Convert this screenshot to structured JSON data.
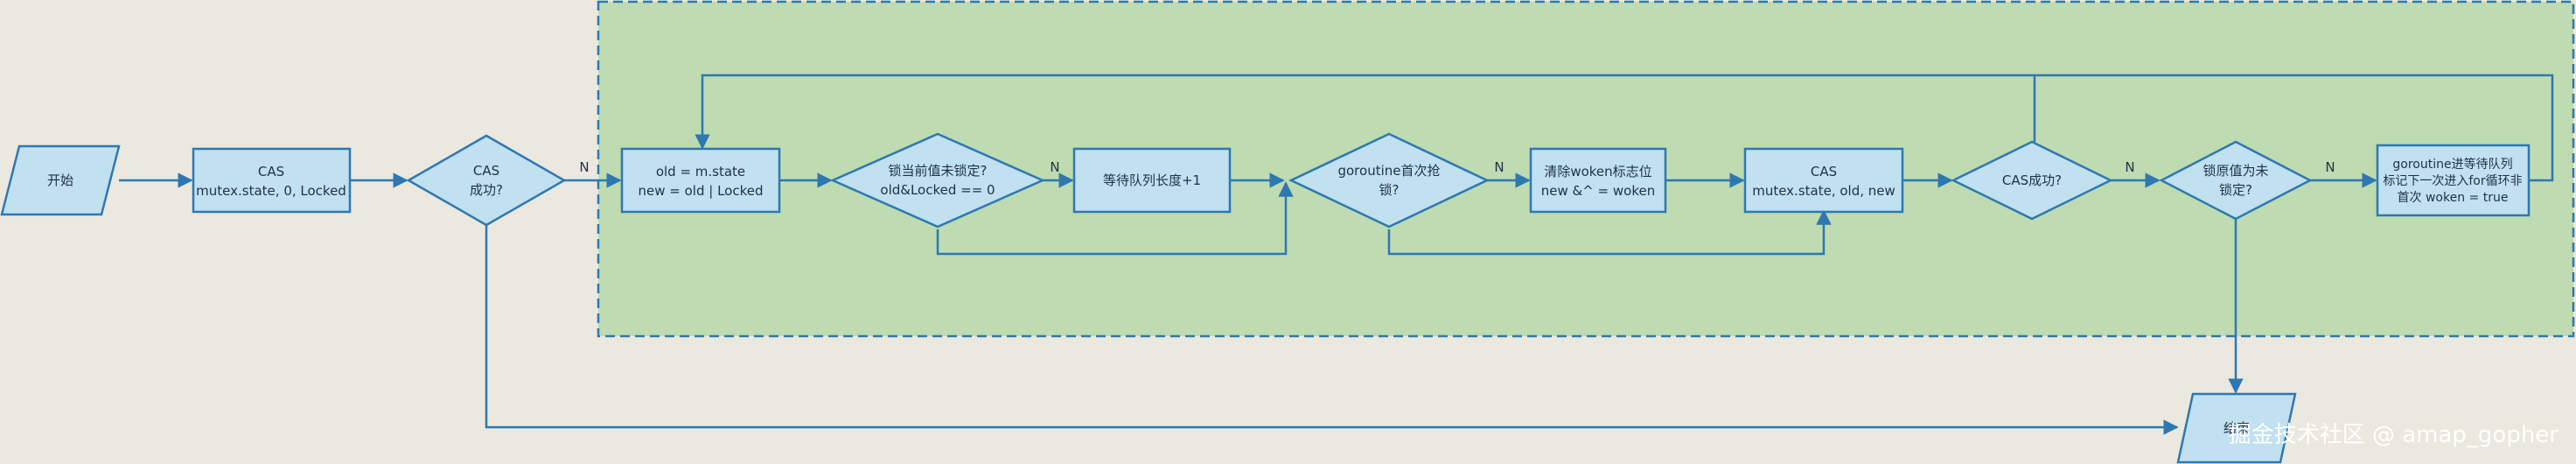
{
  "nodes": {
    "start": "开始",
    "cas_init": [
      "CAS",
      "mutex.state, 0, Locked"
    ],
    "cas_ok_1": [
      "CAS",
      "成功?"
    ],
    "old_state": [
      "old = m.state",
      "new = old | Locked"
    ],
    "locked_check": [
      "锁当前值未锁定?",
      "old&Locked == 0"
    ],
    "queue_len": "等待队列长度+1",
    "first_grab": [
      "goroutine首次抢",
      "锁?"
    ],
    "clear_woken": [
      "清除woken标志位",
      "new &^ = woken"
    ],
    "cas_update": [
      "CAS",
      "mutex.state, old, new"
    ],
    "cas_ok_2": "CAS成功?",
    "orig_unlocked": [
      "锁原值为未",
      "锁定?"
    ],
    "enqueue": [
      "goroutine进等待队列",
      "标记下一次进入for循环非",
      "首次 woken = true"
    ],
    "end": "结束"
  },
  "edge_labels": {
    "n": "N"
  },
  "watermark": "掘金技术社区 @ amap_gopher",
  "colors": {
    "background": "#ebe8df",
    "loop_region": "#bedbb1",
    "region_border": "#2e78b2",
    "node_fill": "#c1e0f0",
    "node_stroke": "#2e78b2"
  }
}
